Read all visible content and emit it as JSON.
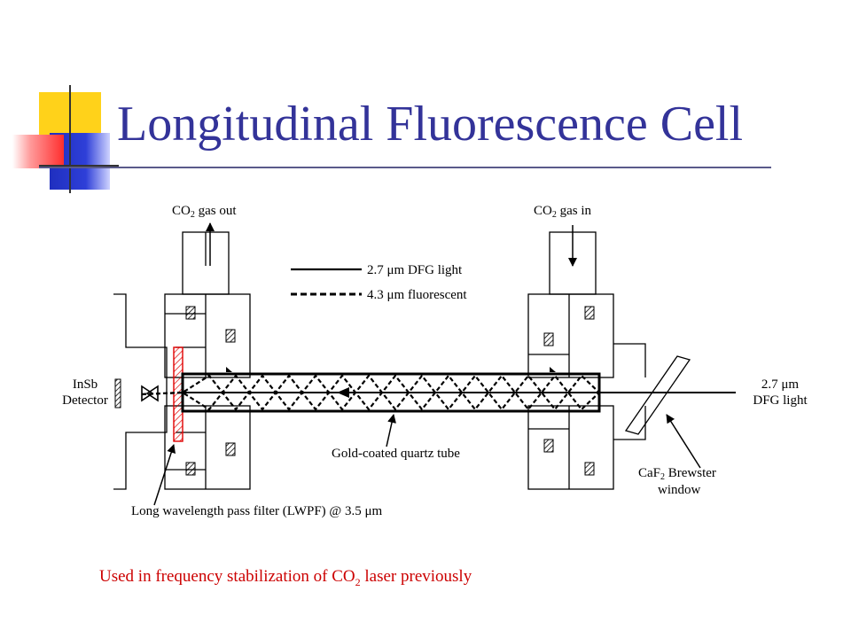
{
  "slide": {
    "title": "Longitudinal Fluorescence Cell",
    "caption_pre": "Used in frequency stabilization of CO",
    "caption_sub": "2",
    "caption_post": " laser previously"
  },
  "colors": {
    "title": "#333399",
    "caption": "#cc0000",
    "deco_yellow": "#ffd700",
    "deco_blue": "#1f2fbf",
    "deco_red": "#ff3a3a",
    "filter": "#e00000"
  },
  "diagram": {
    "gas_out": {
      "pre": "CO",
      "sub": "2",
      "post": " gas out"
    },
    "gas_in": {
      "pre": "CO",
      "sub": "2",
      "post": " gas in"
    },
    "legend_dfg": "2.7 μm DFG light",
    "legend_fluor": "4.3 μm fluorescent",
    "detector_line1": "InSb",
    "detector_line2": "Detector",
    "dfg_line1": "2.7 μm",
    "dfg_line2": "DFG light",
    "tube": "Gold-coated quartz tube",
    "window_line1_pre": "CaF",
    "window_line1_sub": "2",
    "window_line1_post": " Brewster",
    "window_line2": "window",
    "filter": "Long wavelength pass filter (LWPF) @ 3.5 μm"
  }
}
